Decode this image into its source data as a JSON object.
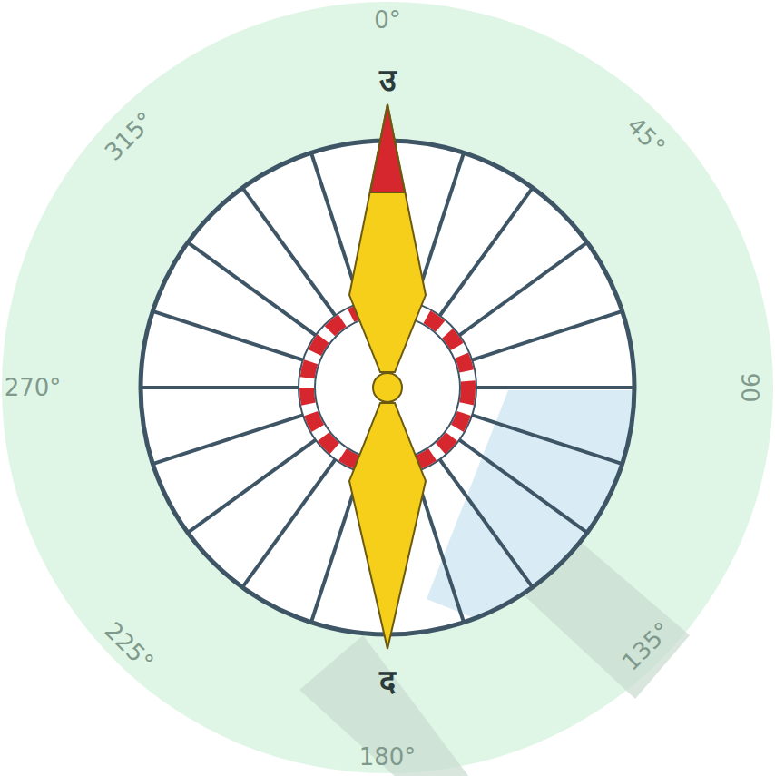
{
  "diagram": {
    "labels": [
      "0°",
      "45°",
      "90",
      "135°",
      "180°",
      "225°",
      "270°",
      "315°",
      "उ",
      "द"
    ]
  }
}
